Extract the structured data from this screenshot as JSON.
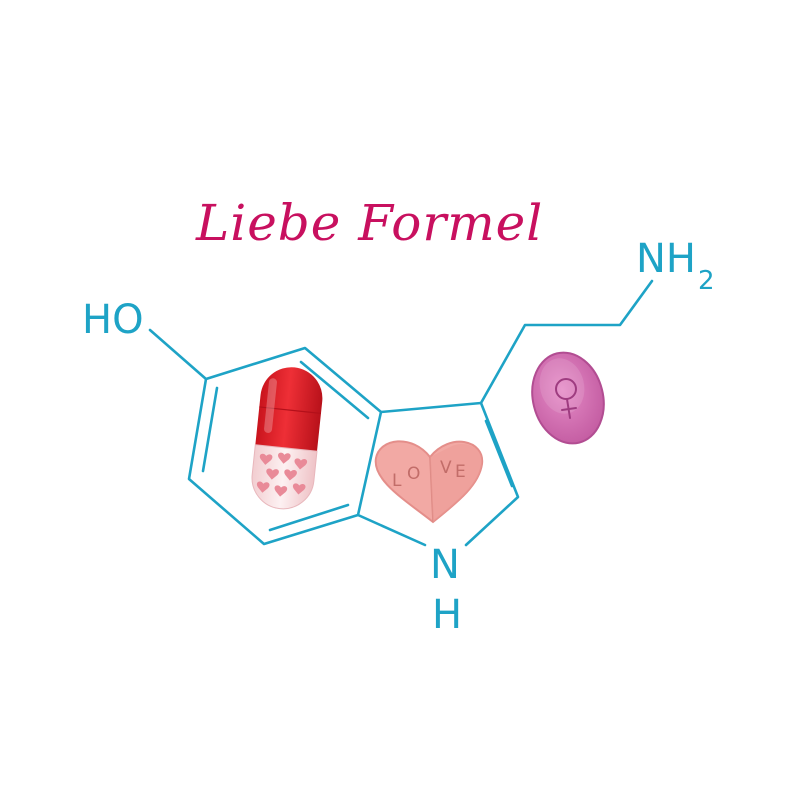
{
  "title": "Liebe Formel",
  "atoms": {
    "hydroxyl": "HO",
    "amine_main": "NH",
    "amine_subscript": "2",
    "ring_n": "N",
    "ring_h": "H"
  },
  "heart_pill_letters": [
    "L",
    "O",
    "V",
    "E"
  ],
  "icons": {
    "capsule": "capsule-icon",
    "heart_pill": "heart-pill-icon",
    "oval_pill": "oval-pill-icon",
    "female_symbol": "female-symbol-icon"
  },
  "colors": {
    "title": "#c8105f",
    "bonds": "#1ea3c6",
    "capsule_top": "#e8242e",
    "capsule_bottom": "#fbe3e5",
    "heart_pill": "#f2a9a4",
    "oval_pill": "#d772b4"
  }
}
